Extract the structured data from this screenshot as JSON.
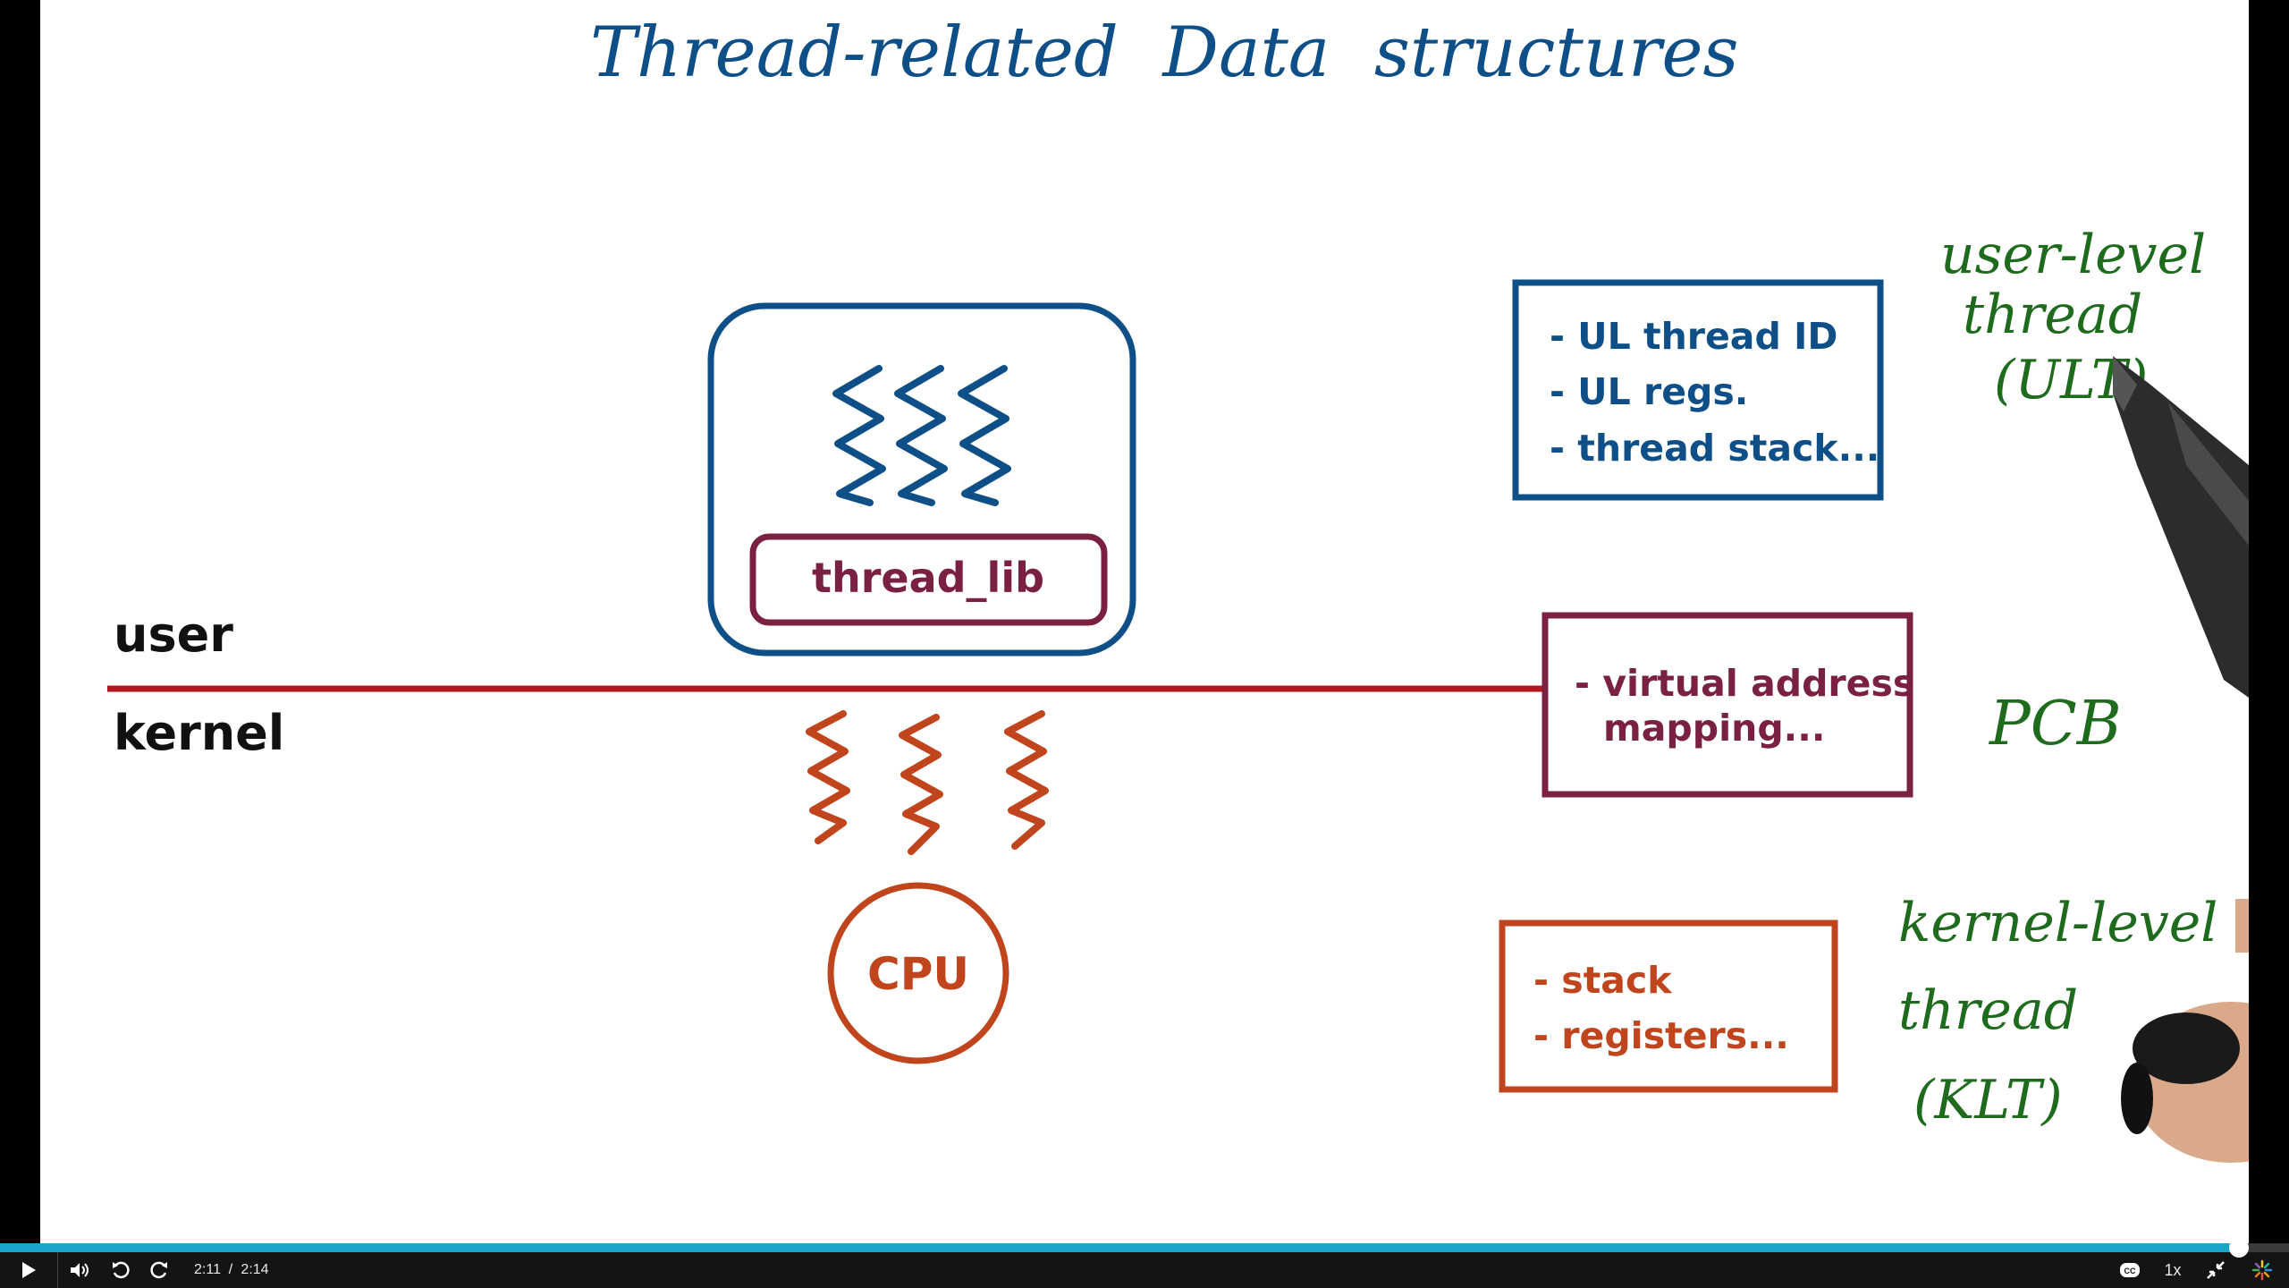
{
  "lecture": {
    "title": "Thread-related  Data  structures",
    "layer_user": "user",
    "layer_kernel": "kernel",
    "thread_lib_label": "thread_lib",
    "cpu_label": "CPU",
    "ult_box": {
      "lines": [
        "- UL thread ID",
        "- UL regs.",
        "- thread stack..."
      ]
    },
    "pcb_box": {
      "lines": [
        "- virtual address",
        "mapping..."
      ]
    },
    "klt_box": {
      "lines": [
        "- stack",
        "- registers..."
      ]
    },
    "note_ult": [
      "user-level",
      "thread",
      "(ULT)"
    ],
    "note_pcb": "PCB",
    "note_klt": [
      "kernel-level",
      "thread",
      "(KLT)"
    ],
    "colors": {
      "ink_blue": "#0e4f88",
      "ink_maroon": "#7a2143",
      "ink_orange": "#c0451c",
      "ink_red_line": "#b3161c",
      "ink_green": "#1e6b1e"
    }
  },
  "player": {
    "time_current": "2:11",
    "time_separator": "/",
    "time_total": "2:14",
    "speed": "1x",
    "progress": 0.978,
    "icons": [
      "play-icon",
      "volume-icon",
      "rewind-icon",
      "forward-icon",
      "captions-icon",
      "exit-fullscreen-icon",
      "brand-icon"
    ]
  }
}
